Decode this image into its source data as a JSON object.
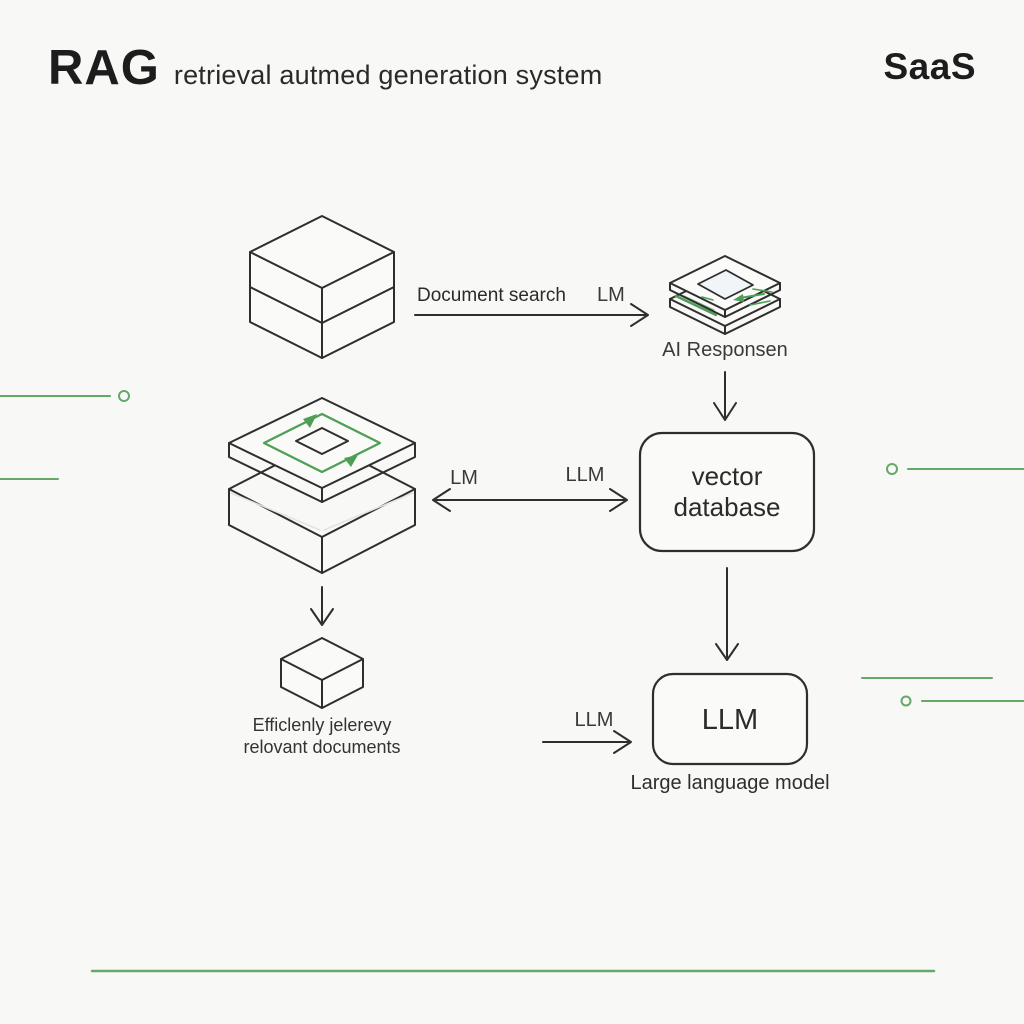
{
  "header": {
    "title": "RAG",
    "subtitle": "retrieval autmed generation system",
    "brand": "SaaS"
  },
  "diagram": {
    "labels": {
      "document_search": "Document search",
      "lm_search": "LM",
      "ai_response": "AI Responsen",
      "vector_line1": "vector",
      "vector_line2": "database",
      "lm_exchange_left": "LM",
      "llm_exchange_right": "LLM",
      "retrieve_line1": "Efficlenly jelerevy",
      "retrieve_line2": "relovant documents",
      "llm_arrow": "LLM",
      "llm_box": "LLM",
      "llm_caption": "Large language model"
    },
    "icons": {
      "document_stack": "document-stack-icon",
      "ai_response": "ai-response-layers-icon",
      "vector_index": "vector-index-layers-icon",
      "retrieved_cube": "document-cube-icon"
    },
    "colors": {
      "ink": "#2e2e2e",
      "green": "#64a967",
      "green_dark": "#4d9f54",
      "background": "#f8f8f6",
      "fill_light": "#fafaf8"
    }
  }
}
